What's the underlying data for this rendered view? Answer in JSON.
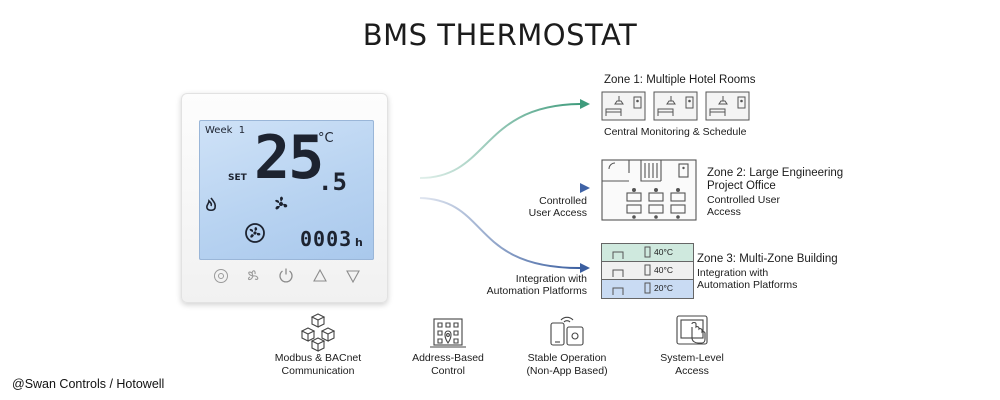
{
  "title": "BMS THERMOSTAT",
  "thermostat": {
    "week_label": "Week",
    "week_num": "1",
    "unit": "°C",
    "set_label": "SET",
    "temp_whole": "25",
    "temp_decimal": ".5",
    "timer": "0003",
    "timer_unit": "h",
    "buttons": [
      "power-button",
      "fan-button",
      "mode-button",
      "up-button",
      "down-button"
    ]
  },
  "flows": {
    "zone2_label_line1": "Controlled",
    "zone2_label_line2": "User Access",
    "zone3_label_line1": "Integration with",
    "zone3_label_line2": "Automation Platforms"
  },
  "zones": {
    "zone1": {
      "title": "Zone 1: Multiple Hotel Rooms",
      "caption": "Central Monitoring & Schedule"
    },
    "zone2": {
      "title_line1": "Zone 2: Large Engineering",
      "title_line2": "Project Office",
      "caption_line1": "Controlled User",
      "caption_line2": "Access"
    },
    "zone3": {
      "title": "Zone 3: Multi-Zone Building",
      "caption_line1": "Integration with",
      "caption_line2": "Automation Platforms",
      "floors": [
        "40°C",
        "40°C",
        "20°C"
      ]
    }
  },
  "features": [
    {
      "line1": "Modbus & BACnet",
      "line2": "Communication",
      "icon": "network-cubes-icon"
    },
    {
      "line1": "Address-Based",
      "line2": "Control",
      "icon": "building-address-icon"
    },
    {
      "line1": "Stable Operation",
      "line2": "(Non-App Based)",
      "icon": "devices-icon"
    },
    {
      "line1": "System-Level",
      "line2": "Access",
      "icon": "touch-panel-icon"
    }
  ],
  "credit": "@Swan Controls / Hotowell",
  "colors": {
    "arrow_green": "#3f9b7c",
    "arrow_blue": "#3f63a6",
    "lcd_blue": "#bcd5f2",
    "floor_green": "#cfe9de",
    "floor_blue": "#c9dbf3"
  }
}
